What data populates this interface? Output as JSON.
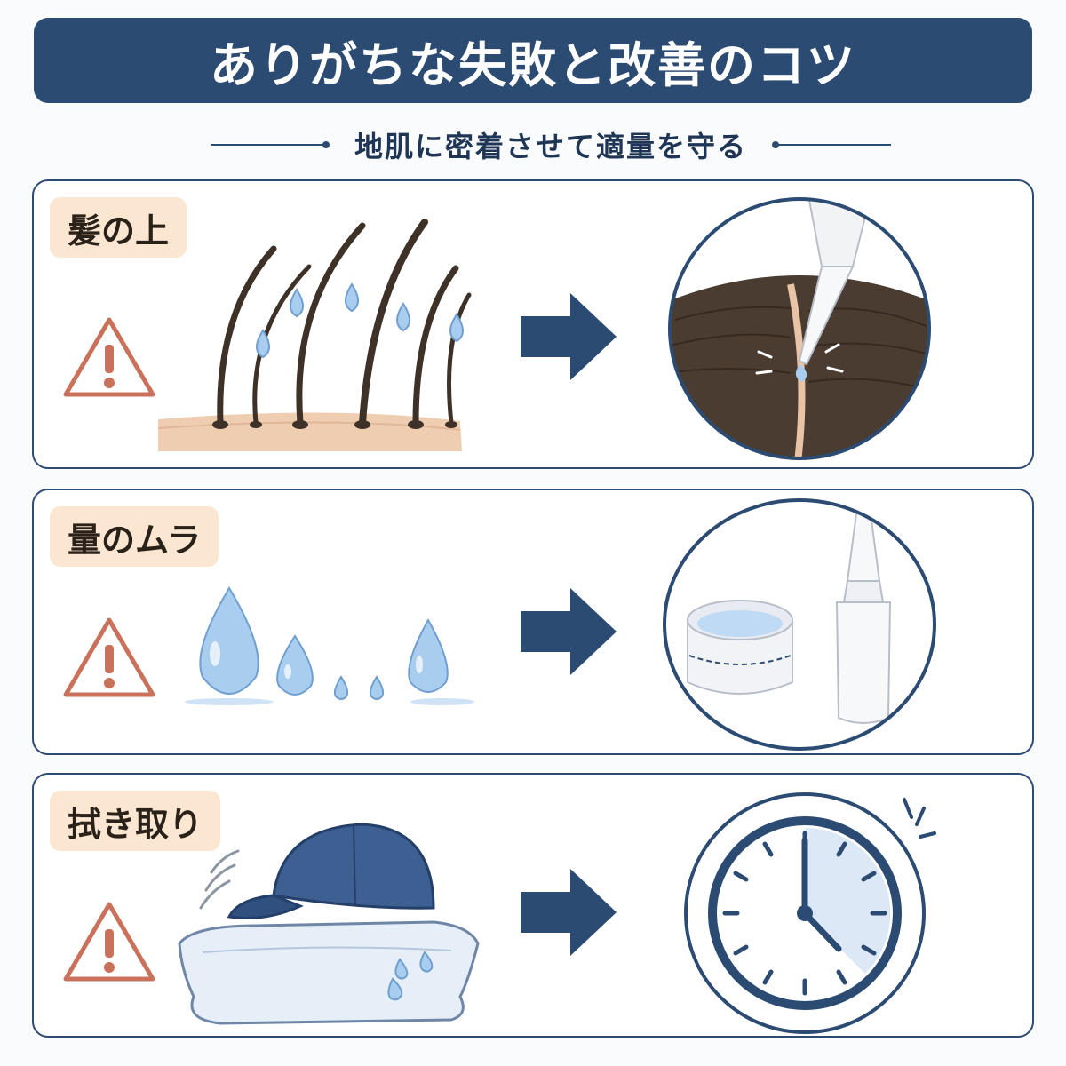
{
  "header": {
    "title": "ありがちな失敗と改善のコツ",
    "subtitle": "地肌に密着させて適量を守る"
  },
  "colors": {
    "navy": "#2c4b73",
    "tag_bg": "#fbe6d2",
    "warning": "#c9715a",
    "drop": "#a9cdef",
    "hair": "#3d3128"
  },
  "cards": [
    {
      "tag": "髪の上",
      "warning_icon": "warning-triangle-icon",
      "problem_illustration": "hair-strands-with-drops",
      "solution_illustration": "nozzle-applying-to-scalp"
    },
    {
      "tag": "量のムラ",
      "warning_icon": "warning-triangle-icon",
      "problem_illustration": "uneven-drops",
      "solution_illustration": "measuring-cup-and-bottle"
    },
    {
      "tag": "拭き取り",
      "warning_icon": "warning-triangle-icon",
      "problem_illustration": "cap-on-wet-pillow",
      "solution_illustration": "clock-waiting-time"
    }
  ]
}
